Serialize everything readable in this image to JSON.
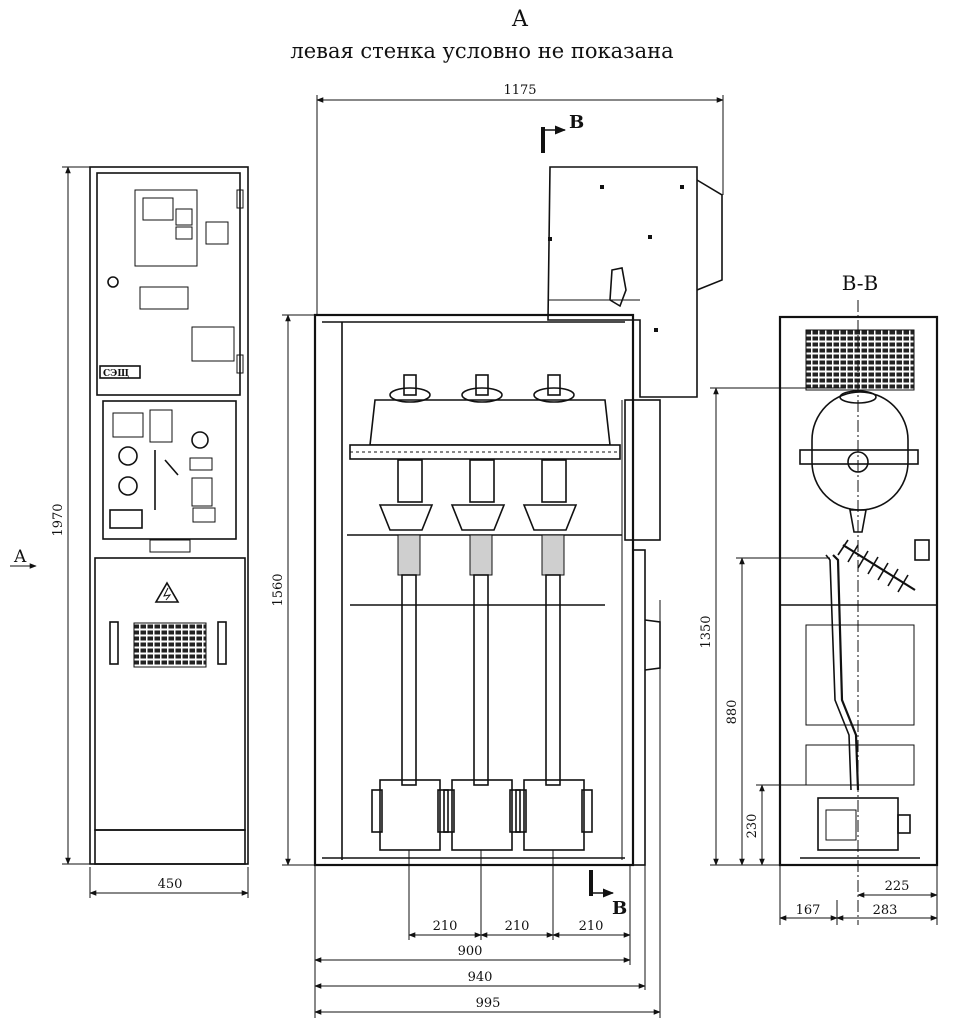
{
  "header": {
    "view_letter": "A",
    "caption": "левая стенка условно не показана"
  },
  "front_view": {
    "height_dim": "1970",
    "width_dim": "450",
    "view_marker": "A"
  },
  "side_view": {
    "top_dim": "1175",
    "height_dim": "1560",
    "section_mark_top": "B",
    "section_mark_bottom": "B",
    "pitch_1": "210",
    "pitch_2": "210",
    "pitch_3": "210",
    "dim_900": "900",
    "dim_940": "940",
    "dim_995": "995"
  },
  "section_view": {
    "title": "B-B",
    "dim_1350": "1350",
    "dim_880": "880",
    "dim_230": "230",
    "dim_225": "225",
    "dim_167": "167",
    "dim_283": "283"
  },
  "colors": {
    "ink": "#111111",
    "paper": "#ffffff"
  },
  "icons": {
    "warning": "high-voltage-warning-icon",
    "arrow": "view-arrow-icon"
  }
}
